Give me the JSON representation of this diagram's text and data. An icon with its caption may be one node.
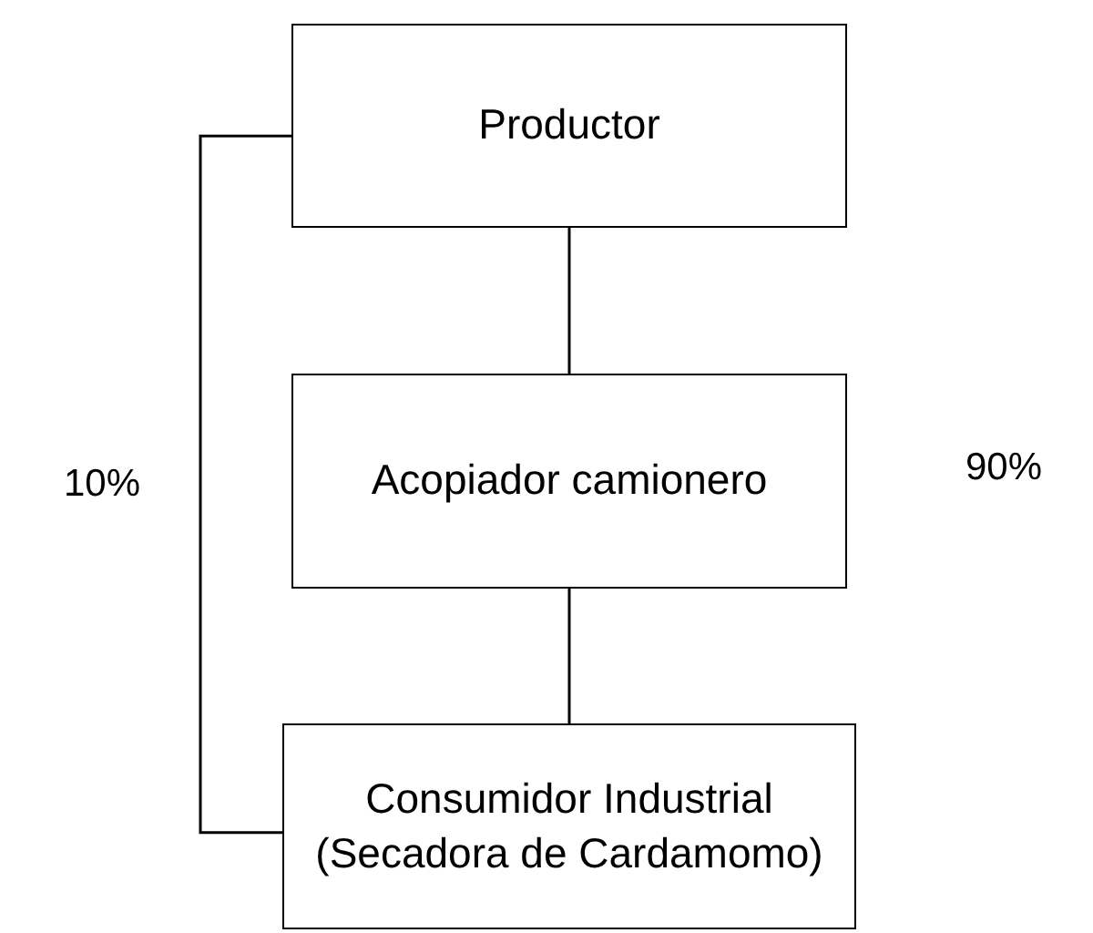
{
  "diagram": {
    "nodes": [
      {
        "text": [
          "Productor"
        ]
      },
      {
        "text": [
          "Acopiador camionero"
        ]
      },
      {
        "text": [
          "Consumidor Industrial (Secadora de Cardamomo)"
        ]
      }
    ],
    "edges": [
      {
        "from": 0,
        "to": 1,
        "arrow": "none"
      },
      {
        "from": 1,
        "to": 2,
        "arrow": "none"
      },
      {
        "from": 0,
        "to": 2,
        "arrow": "none",
        "label": "10%"
      }
    ],
    "labels": [
      "90%"
    ]
  }
}
